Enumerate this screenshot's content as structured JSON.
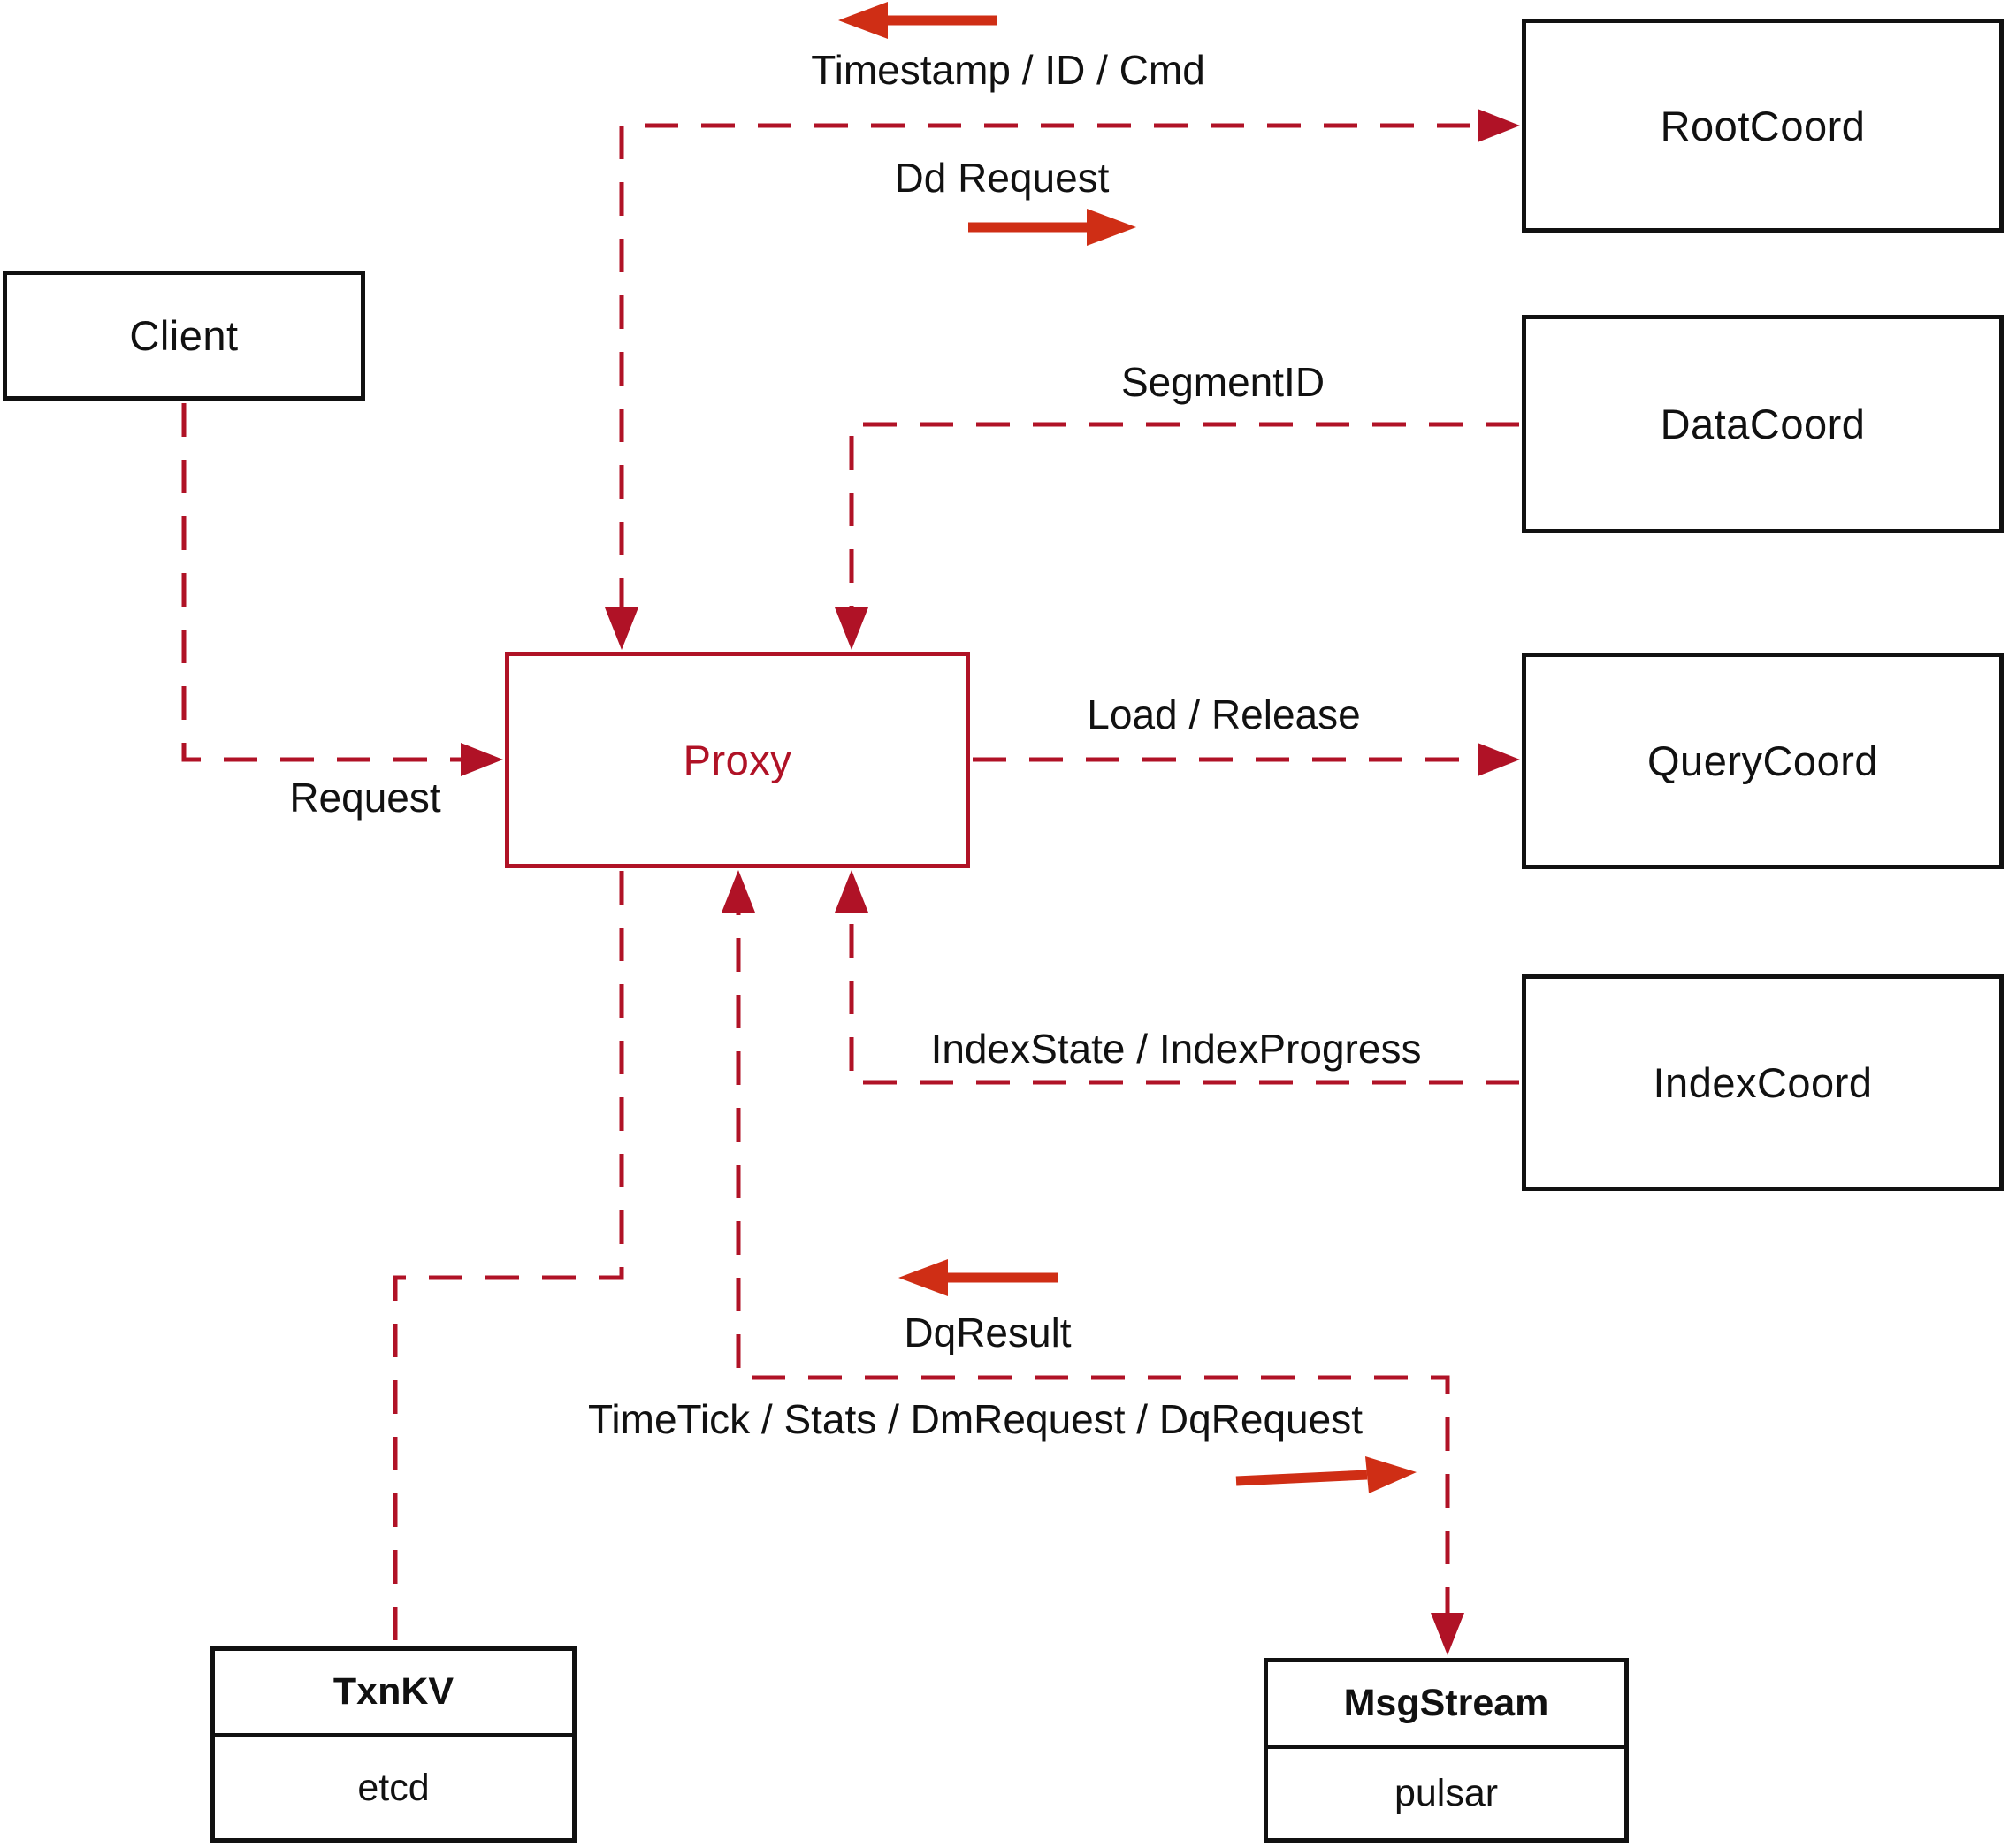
{
  "diagram": {
    "nodes": {
      "client": {
        "label": "Client"
      },
      "proxy": {
        "label": "Proxy"
      },
      "root_coord": {
        "label": "RootCoord"
      },
      "data_coord": {
        "label": "DataCoord"
      },
      "query_coord": {
        "label": "QueryCoord"
      },
      "index_coord": {
        "label": "IndexCoord"
      },
      "txn_kv": {
        "title": "TxnKV",
        "impl": "etcd"
      },
      "msg_stream": {
        "title": "MsgStream",
        "impl": "pulsar"
      }
    },
    "edge_labels": {
      "timestamp_id_cmd": "Timestamp / ID / Cmd",
      "dd_request": "Dd Request",
      "segment_id": "SegmentID",
      "load_release": "Load / Release",
      "request": "Request",
      "index_state": "IndexState / IndexProgress",
      "dq_result": "DqResult",
      "time_tick": "TimeTick / Stats / DmRequest / DqRequest"
    },
    "colors": {
      "dashed_line_red": "#b01226",
      "annotation_arrow_red": "#cf2e15",
      "box_border_black": "#111111",
      "text_black": "#111111",
      "background": "#ffffff"
    }
  }
}
